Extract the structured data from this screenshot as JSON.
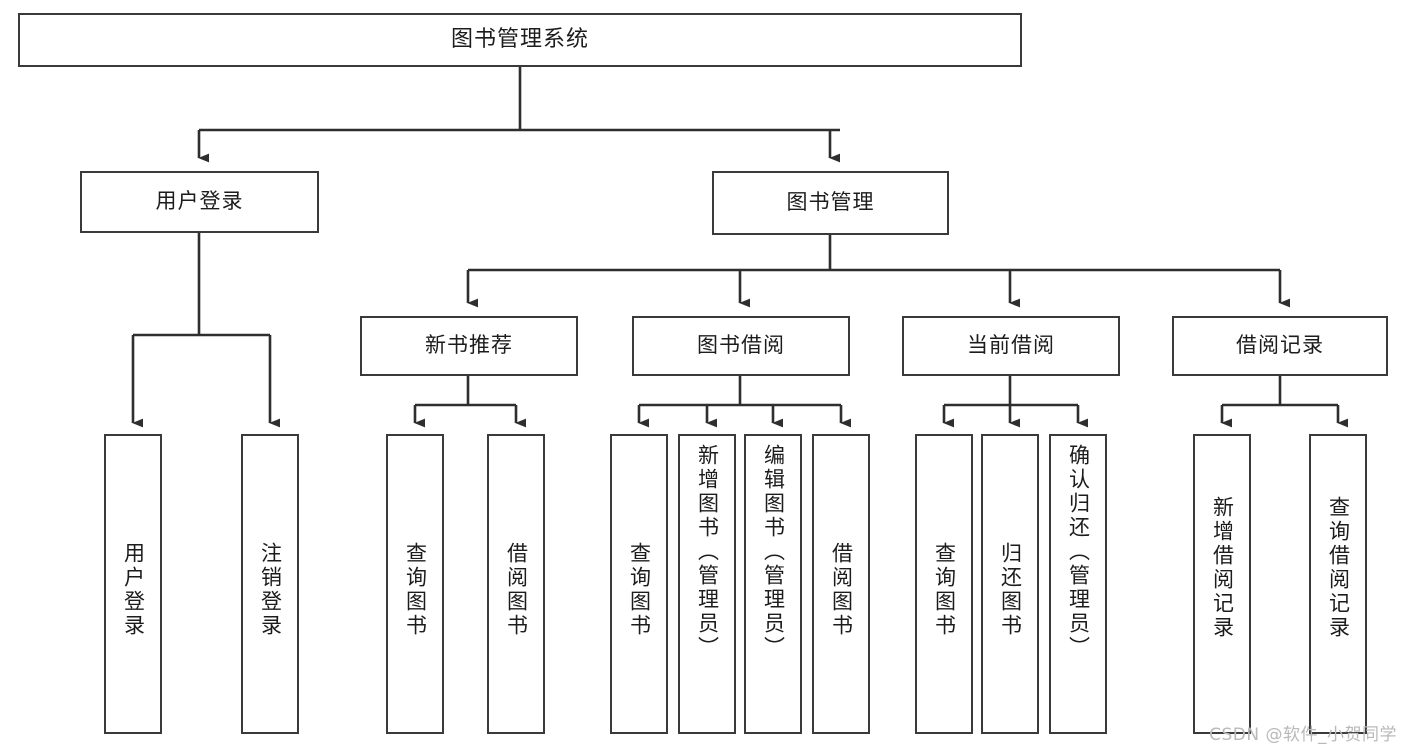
{
  "diagram": {
    "title": "图书管理系统",
    "type": "tree-hierarchy",
    "colors": {
      "border": "#3a3a3a",
      "background": "#ffffff",
      "text": "#1c1c1c",
      "watermark": "#b9b9b9"
    },
    "watermark": "CSDN @软件_小贺同学",
    "root": {
      "label": "图书管理系统"
    },
    "level1": [
      {
        "label": "用户登录"
      },
      {
        "label": "图书管理"
      }
    ],
    "level2": [
      {
        "label": "新书推荐"
      },
      {
        "label": "图书借阅"
      },
      {
        "label": "当前借阅"
      },
      {
        "label": "借阅记录"
      }
    ],
    "leaves": {
      "user_login": [
        {
          "label": "用户登录"
        },
        {
          "label": "注销登录"
        }
      ],
      "new_book": [
        {
          "label": "查询图书"
        },
        {
          "label": "借阅图书"
        }
      ],
      "book_borrow": [
        {
          "label": "查询图书"
        },
        {
          "label": "新增图书（管理员）"
        },
        {
          "label": "编辑图书（管理员）"
        },
        {
          "label": "借阅图书"
        }
      ],
      "current_borrow": [
        {
          "label": "查询图书"
        },
        {
          "label": "归还图书"
        },
        {
          "label": "确认归还（管理员）"
        }
      ],
      "borrow_record": [
        {
          "label": "新增借阅记录"
        },
        {
          "label": "查询借阅记录"
        }
      ]
    }
  }
}
